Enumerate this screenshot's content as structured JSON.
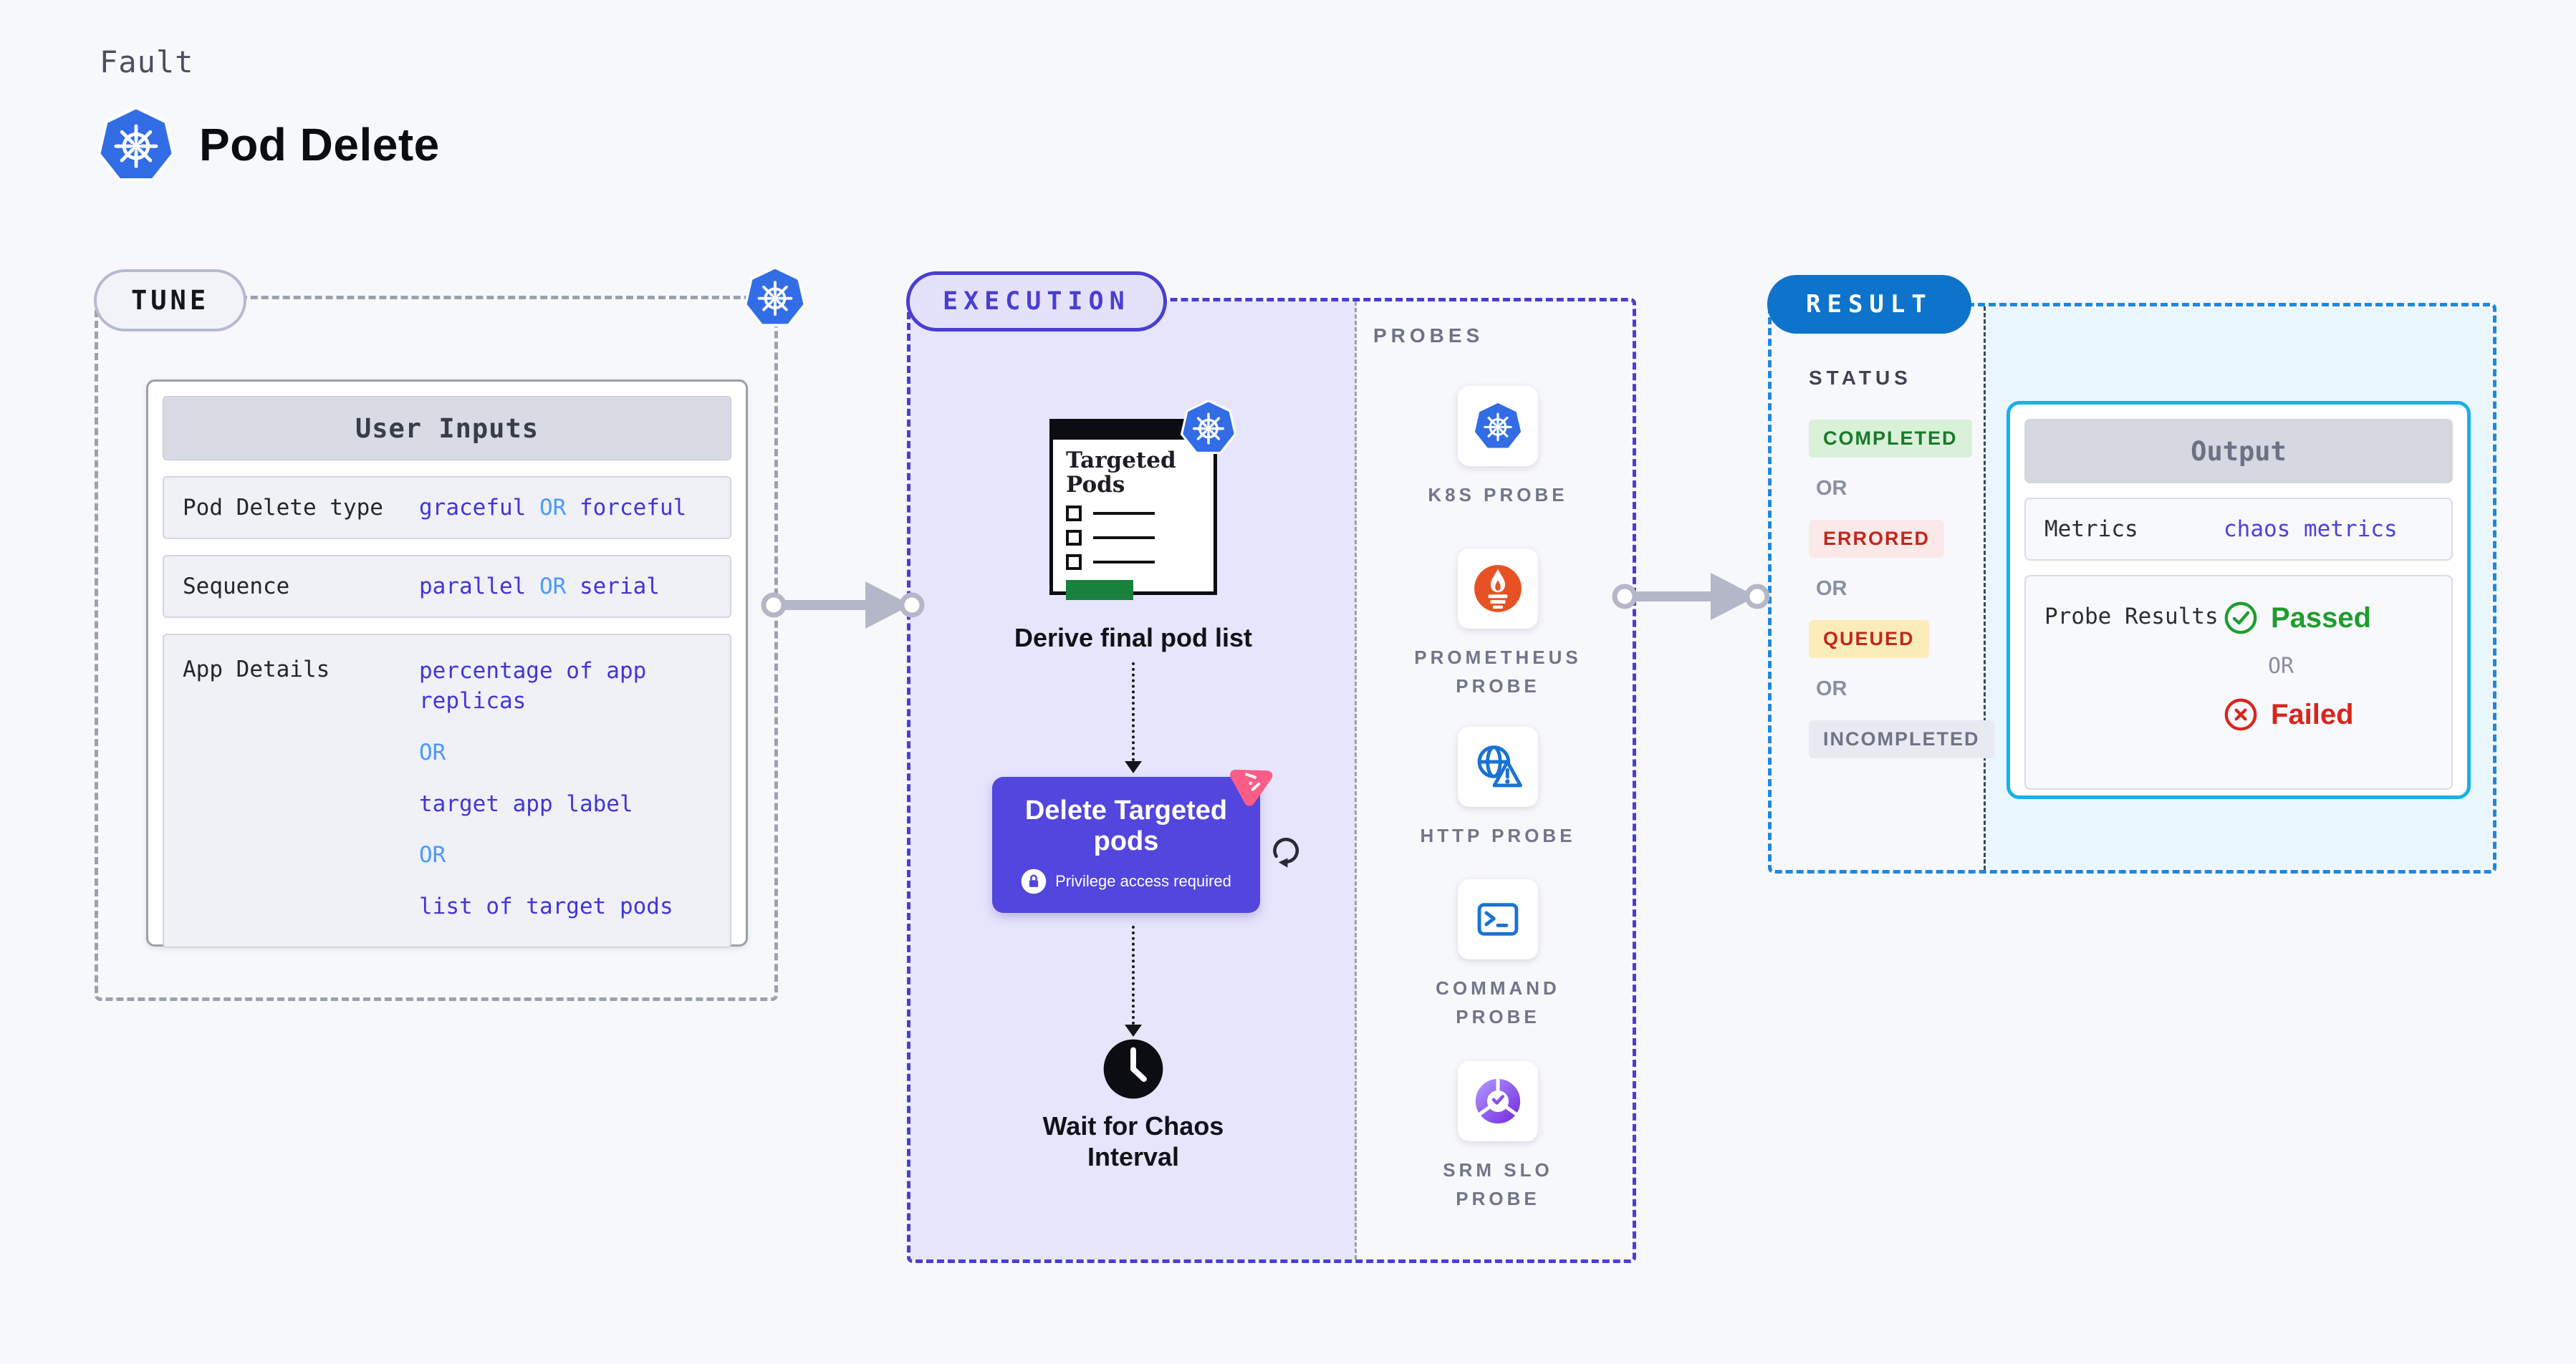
{
  "colors": {
    "page_bg": "#f7f8fc",
    "indigo_accent": "#4a3ed2",
    "indigo_fill": "#e7e5fb",
    "button_purple": "#5246de",
    "value_indigo": "#4334d9",
    "or_blue": "#4c9aff",
    "result_blue": "#0e73cb",
    "result_dash_blue": "#1e88e0",
    "cyan_border": "#18b0e8",
    "cyan_fill": "#e9f6fd",
    "success_green": "#1f9d2f",
    "fail_red": "#d8261c",
    "warning_yellow_bg": "#fcecb8",
    "grey_label": "#6e7386",
    "chaos_pink": "#fb5d87",
    "k8s_blue": "#326de6",
    "prometheus_orange": "#e75225",
    "probe_icon_blue": "#1a73d2",
    "arrow_grey": "#b3b7c8"
  },
  "header": {
    "eyebrow": "Fault",
    "title": "Pod Delete",
    "icon": "kubernetes-icon"
  },
  "tune": {
    "label": "TUNE",
    "corner_icon": "kubernetes-icon",
    "user_inputs": {
      "title": "User Inputs",
      "rows": [
        {
          "label": "Pod Delete type",
          "v1": "graceful",
          "or1": "OR",
          "v2": "forceful"
        },
        {
          "label": "Sequence",
          "v1": "parallel",
          "or1": "OR",
          "v2": "serial"
        },
        {
          "label": "App Details",
          "v1": "percentage of app replicas",
          "or1": "OR",
          "v2": "target app label",
          "or2": "OR",
          "v3": "list of target pods"
        }
      ]
    }
  },
  "execution": {
    "label": "EXECUTION",
    "pod_list_card": {
      "title": "Targeted Pods",
      "icon": "kubernetes-icon"
    },
    "step1": "Derive final pod list",
    "delete_button": {
      "title": "Delete Targeted pods",
      "note": "Privilege access required",
      "lock_icon": "lock-icon",
      "chaos_icon": "chaos-icon",
      "retry_icon": "refresh-icon"
    },
    "step2": {
      "label": "Wait for Chaos Interval",
      "icon": "clock-icon"
    }
  },
  "probes": {
    "title": "PROBES",
    "items": [
      {
        "label": "K8S PROBE",
        "icon": "kubernetes-icon"
      },
      {
        "label": "PROMETHEUS PROBE",
        "icon": "prometheus-icon"
      },
      {
        "label": "HTTP PROBE",
        "icon": "globe-warning-icon"
      },
      {
        "label": "COMMAND PROBE",
        "icon": "terminal-icon"
      },
      {
        "label": "SRM SLO PROBE",
        "icon": "slo-donut-check-icon"
      }
    ]
  },
  "result": {
    "label": "RESULT",
    "status": {
      "title": "STATUS",
      "or": "OR",
      "badges": [
        {
          "text": "COMPLETED",
          "kind": "success"
        },
        {
          "text": "ERRORED",
          "kind": "error"
        },
        {
          "text": "QUEUED",
          "kind": "warning"
        },
        {
          "text": "INCOMPLETED",
          "kind": "neutral"
        }
      ]
    },
    "output": {
      "title": "Output",
      "metrics_label": "Metrics",
      "metrics_value": "chaos metrics",
      "probe_results_label": "Probe Results",
      "passed": "Passed",
      "or": "OR",
      "failed": "Failed"
    }
  }
}
